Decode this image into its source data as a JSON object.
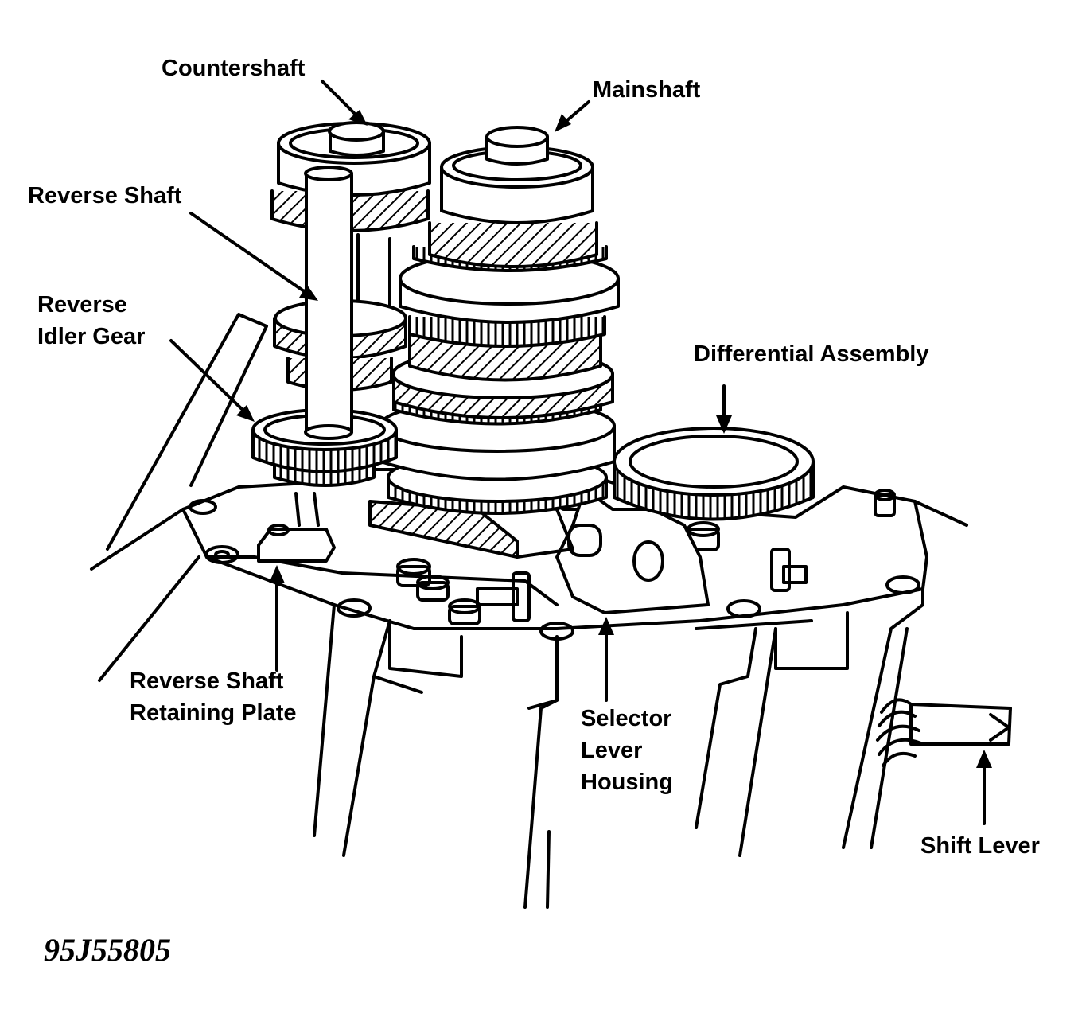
{
  "labels": {
    "countershaft": "Countershaft",
    "mainshaft": "Mainshaft",
    "reverse_shaft": "Reverse Shaft",
    "reverse_idler_gear_1": "Reverse",
    "reverse_idler_gear_2": "Idler Gear",
    "differential_assembly": "Differential Assembly",
    "reverse_shaft_plate_1": "Reverse Shaft",
    "reverse_shaft_plate_2": "Retaining Plate",
    "selector_lever_1": "Selector",
    "selector_lever_2": "Lever",
    "selector_lever_3": "Housing",
    "shift_lever": "Shift Lever"
  },
  "figure_code": "95J55805"
}
